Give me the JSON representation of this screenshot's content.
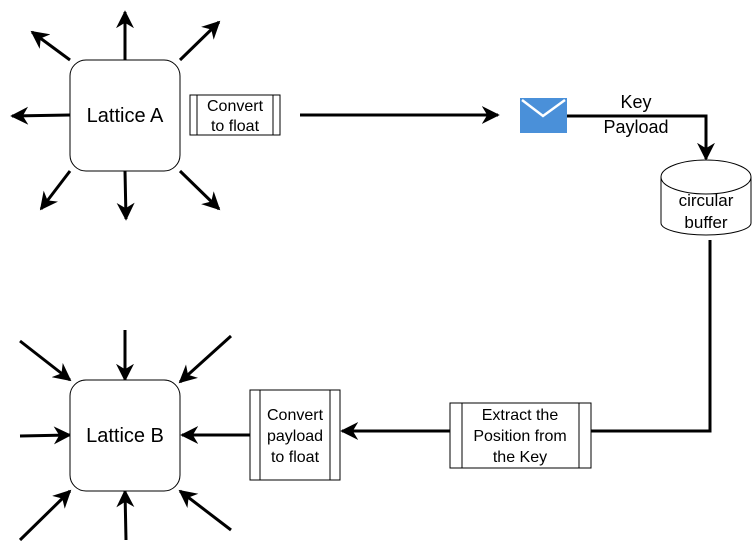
{
  "diagram": {
    "lattice_a": {
      "label": "Lattice A"
    },
    "lattice_b": {
      "label": "Lattice B"
    },
    "convert_to_float": {
      "lines": [
        "Convert",
        "to float"
      ]
    },
    "message": {
      "icon": "envelope-icon",
      "color": "#4a90d9",
      "lines": [
        "Key",
        "Payload"
      ]
    },
    "circular_buffer": {
      "lines": [
        "circular",
        "buffer"
      ]
    },
    "extract_position": {
      "lines": [
        "Extract the",
        "Position from",
        "the Key"
      ]
    },
    "convert_payload": {
      "lines": [
        "Convert",
        "payload",
        "to float"
      ]
    }
  }
}
